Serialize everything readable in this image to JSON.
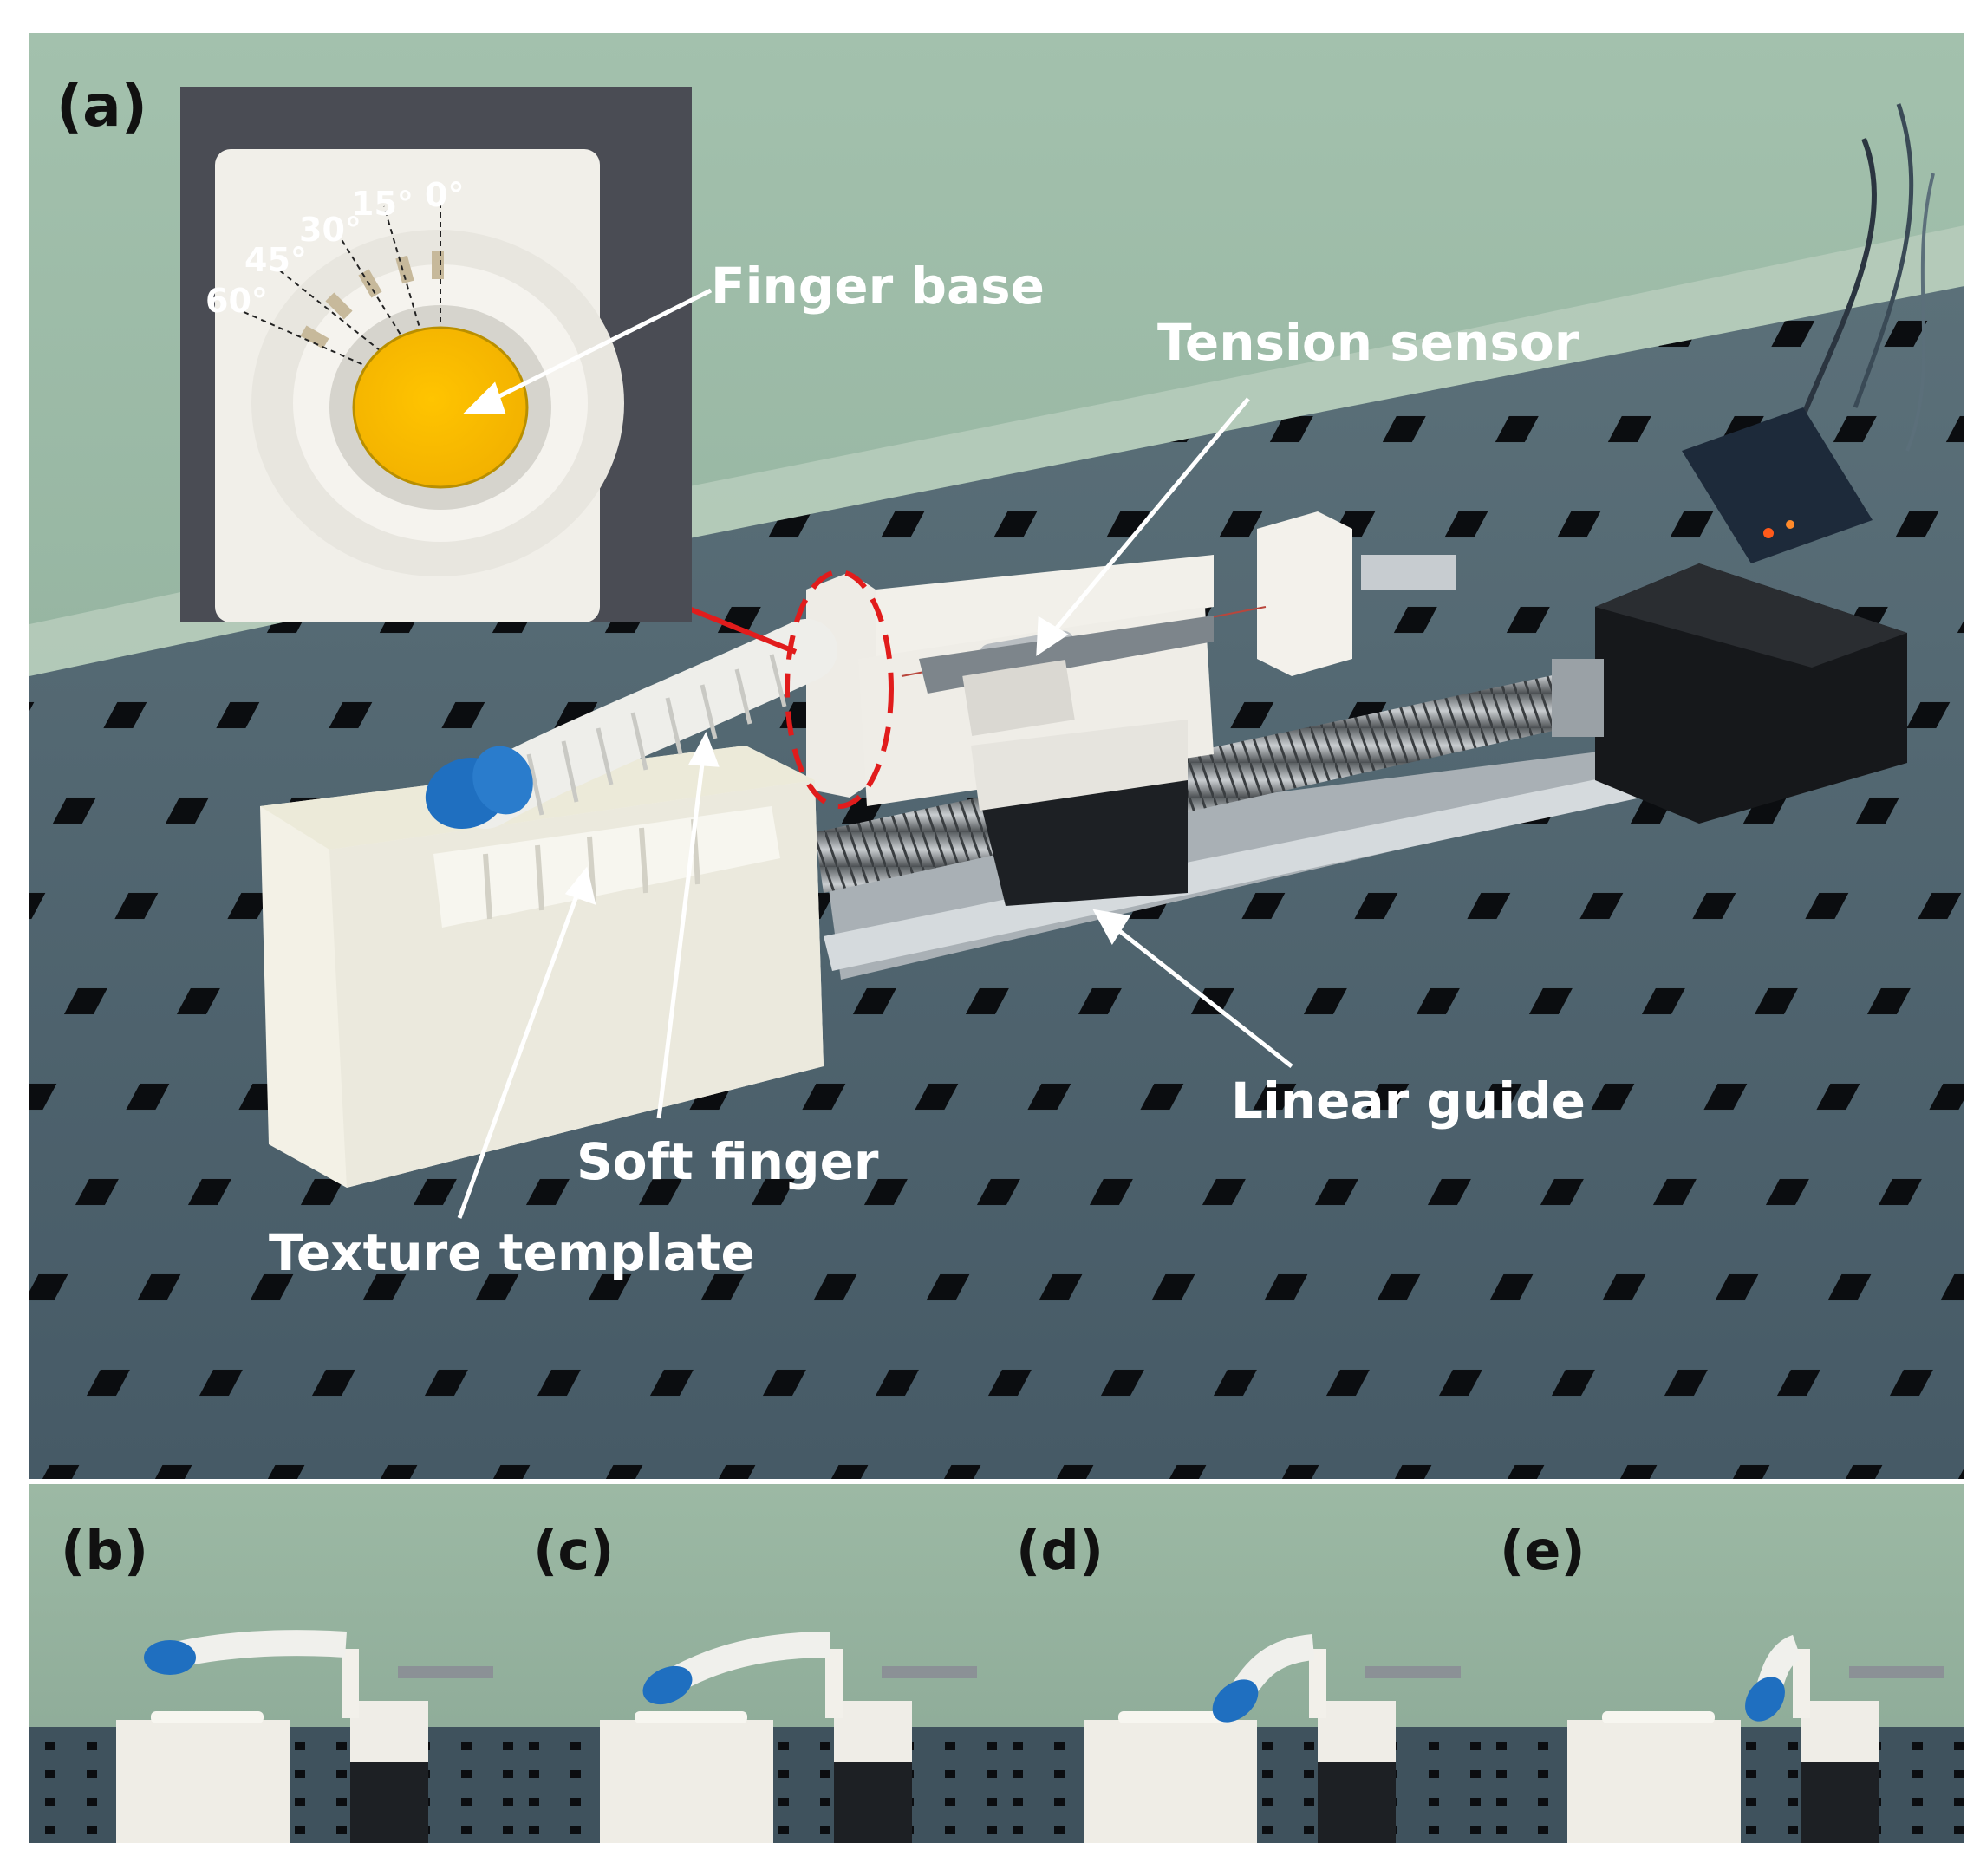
{
  "panels": {
    "a": "(a)",
    "b": "(b)",
    "c": "(c)",
    "d": "(d)",
    "e": "(e)"
  },
  "labels": {
    "finger_base": "Finger base",
    "tension_sensor": "Tension sensor",
    "linear_guide": "Linear guide",
    "soft_finger": "Soft finger",
    "texture_template": "Texture template"
  },
  "inset_angles": {
    "a0": "0°",
    "a15": "15°",
    "a30": "30°",
    "a45": "45°",
    "a60": "60°"
  },
  "colors": {
    "wall": "#8fae98",
    "table": "#4e6470",
    "hole": "#0b0d10",
    "white_part": "#f2f0ea",
    "finger_tip": "#1f6fc0",
    "base_disc": "#ffc000",
    "motor": "#15171a",
    "label": "#ffffff",
    "callout_red": "#e11c1c"
  }
}
